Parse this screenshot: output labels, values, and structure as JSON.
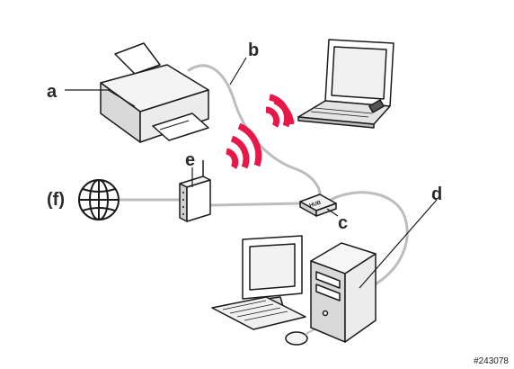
{
  "labels": {
    "a": "a",
    "b": "b",
    "c": "c",
    "d": "d",
    "e": "e",
    "f": "(f)"
  },
  "hub_text": "HUB",
  "figure_number": "#243078",
  "colors": {
    "wifi": "#e8174a",
    "cable": "#bdbdbd",
    "outline": "#1a1a1a",
    "fill_light": "#f4f4f4",
    "fill_mid": "#d6d6d6"
  },
  "icons": {
    "printer": "printer-icon",
    "laptop": "laptop-icon",
    "router": "wireless-router-icon",
    "hub": "hub-icon",
    "desktop": "desktop-computer-icon",
    "globe": "internet-globe-icon",
    "wifi": "wifi-signal-icon"
  }
}
